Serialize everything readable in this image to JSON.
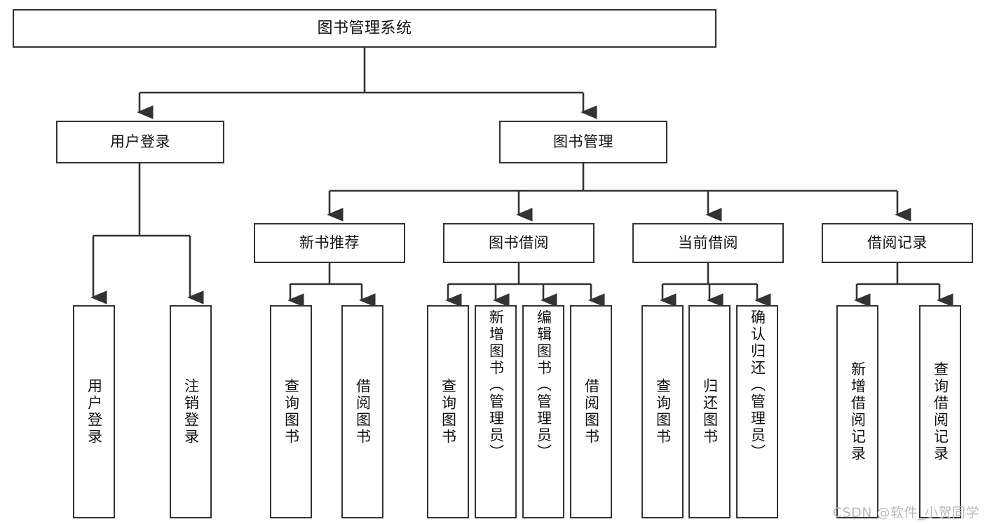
{
  "diagram": {
    "type": "tree",
    "title": "图书管理系统",
    "watermark": "CSDN @软件_小贺同学",
    "colors": {
      "box_border": "#333333",
      "box_fill": "#ffffff",
      "line": "#333333",
      "text": "#111111",
      "watermark": "#b9b9b9"
    },
    "root": {
      "label": "图书管理系统"
    },
    "level2": [
      {
        "label": "用户登录"
      },
      {
        "label": "图书管理"
      }
    ],
    "level3": [
      {
        "label": "新书推荐"
      },
      {
        "label": "图书借阅"
      },
      {
        "label": "当前借阅"
      },
      {
        "label": "借阅记录"
      }
    ],
    "leaves": {
      "user_login": [
        {
          "label": "用户登录"
        },
        {
          "label": "注销登录"
        }
      ],
      "new_book_recommend": [
        {
          "label": "查询图书"
        },
        {
          "label": "借阅图书"
        }
      ],
      "book_borrow": [
        {
          "label": "查询图书"
        },
        {
          "label": "新增图书（管理员）"
        },
        {
          "label": "编辑图书（管理员）"
        },
        {
          "label": "借阅图书"
        }
      ],
      "current_borrow": [
        {
          "label": "查询图书"
        },
        {
          "label": "归还图书"
        },
        {
          "label": "确认归还（管理员）"
        }
      ],
      "borrow_record": [
        {
          "label": "新增借阅记录"
        },
        {
          "label": "查询借阅记录"
        }
      ]
    }
  }
}
